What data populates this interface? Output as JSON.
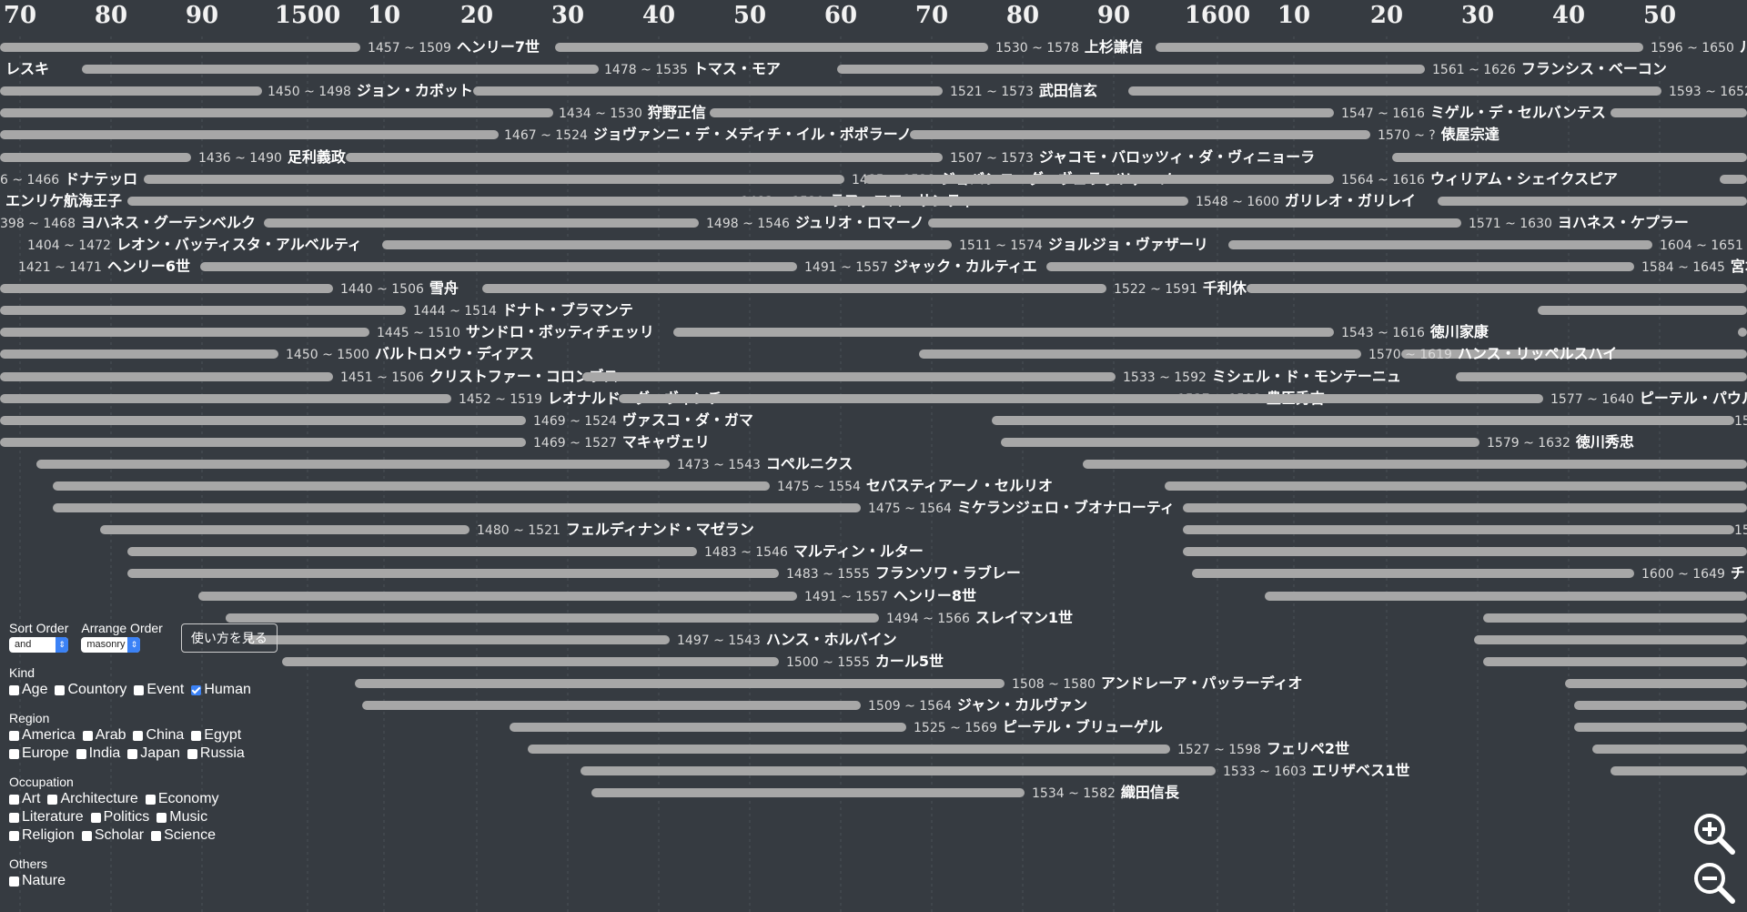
{
  "timeline": {
    "tick_labels": [
      "70",
      "80",
      "90",
      "1500",
      "10",
      "20",
      "30",
      "40",
      "50",
      "60",
      "70",
      "80",
      "90",
      "1600",
      "10",
      "20",
      "30",
      "40",
      "50"
    ]
  },
  "events": [
    {
      "years": "1457 ~ 1509",
      "name": "ヘンリー7世"
    },
    {
      "years": "1478 ~ 1535",
      "name": "トマス・モア"
    },
    {
      "years": "1450 ~ 1498",
      "name": "ジョン・カボット"
    },
    {
      "years": "1434 ~ 1530",
      "name": "狩野正信"
    },
    {
      "years": "1467 ~ 1524",
      "name": "ジョヴァンニ・デ・メディチ・イル・ポポラーノ"
    },
    {
      "years": "1436 ~ 1490",
      "name": "足利義政"
    },
    {
      "years": "6 ~ 1466",
      "name": "ドナテッロ"
    },
    {
      "years": "",
      "name": "エンリケ航海王子"
    },
    {
      "years": "398 ~ 1468",
      "name": "ヨハネス・グーテンベルク"
    },
    {
      "years": "1404 ~ 1472",
      "name": "レオン・バッティスタ・アルベルティ"
    },
    {
      "years": "1421 ~ 1471",
      "name": "ヘンリー6世"
    },
    {
      "years": "1440 ~ 1506",
      "name": "雪舟"
    },
    {
      "years": "1444 ~ 1514",
      "name": "ドナト・ブラマンテ"
    },
    {
      "years": "1445 ~ 1510",
      "name": "サンドロ・ボッティチェッリ"
    },
    {
      "years": "1450 ~ 1500",
      "name": "バルトロメウ・ディアス"
    },
    {
      "years": "1451 ~ 1506",
      "name": "クリストファー・コロンブス"
    },
    {
      "years": "1452 ~ 1519",
      "name": "レオナルド・ダ・ヴィンチ"
    },
    {
      "years": "1469 ~ 1524",
      "name": "ヴァスコ・ダ・ガマ"
    },
    {
      "years": "1469 ~ 1527",
      "name": "マキャヴェリ"
    },
    {
      "years": "1473 ~ 1543",
      "name": "コペルニクス"
    },
    {
      "years": "1475 ~ 1554",
      "name": "セバスティアーノ・セルリオ"
    },
    {
      "years": "1475 ~ 1564",
      "name": "ミケランジェロ・ブオナローティ"
    },
    {
      "years": "1480 ~ 1521",
      "name": "フェルディナンド・マゼラン"
    },
    {
      "years": "1483 ~ 1546",
      "name": "マルティン・ルター"
    },
    {
      "years": "1483 ~ 1555",
      "name": "フランソワ・ラブレー"
    },
    {
      "years": "1491 ~ 1557",
      "name": "ヘンリー8世"
    },
    {
      "years": "1494 ~ 1566",
      "name": "スレイマン1世"
    },
    {
      "years": "1497 ~ 1543",
      "name": "ハンス・ホルバイン"
    },
    {
      "years": "1500 ~ 1555",
      "name": "カール5世"
    },
    {
      "years": "1508 ~ 1580",
      "name": "アンドレーア・パッラーディオ"
    },
    {
      "years": "1509 ~ 1564",
      "name": "ジャン・カルヴァン"
    },
    {
      "years": "1525 ~ 1569",
      "name": "ピーテル・ブリューゲル"
    },
    {
      "years": "1527 ~ 1598",
      "name": "フェリペ2世"
    },
    {
      "years": "1533 ~ 1603",
      "name": "エリザベス1世"
    },
    {
      "years": "1534 ~ 1582",
      "name": "織田信長"
    },
    {
      "years": "",
      "name": "レスキ"
    },
    {
      "years": "1530 ~ 1578",
      "name": "上杉謙信"
    },
    {
      "years": "1521 ~ 1573",
      "name": "武田信玄"
    },
    {
      "years": "1507 ~ 1573",
      "name": "ジャコモ・バロッツィ・ダ・ヴィニョーラ"
    },
    {
      "years": "1485 ~ 1528",
      "name": "ジョバンニ・ダ・ヴェラッツァーノ"
    },
    {
      "years": "1483 ~ 1520",
      "name": "ラファエロ・サンティ"
    },
    {
      "years": "1498 ~ 1546",
      "name": "ジュリオ・ロマーノ"
    },
    {
      "years": "1511 ~ 1574",
      "name": "ジョルジョ・ヴァザーリ"
    },
    {
      "years": "1491 ~ 1557",
      "name": "ジャック・カルティエ"
    },
    {
      "years": "1522 ~ 1591",
      "name": "千利休"
    },
    {
      "years": "1543 ~ 1616",
      "name": "徳川家康"
    },
    {
      "years": "1570 ~ 1619",
      "name": "ハンス・リッペルスハイ"
    },
    {
      "years": "1533 ~ 1592",
      "name": "ミシェル・ド・モンテーニュ"
    },
    {
      "years": "1537 ~ 1598",
      "name": "豊臣秀吉"
    },
    {
      "years": "1561 ~ 1626",
      "name": "フランシス・ベーコン"
    },
    {
      "years": "1547 ~ 1616",
      "name": "ミゲル・デ・セルバンテス"
    },
    {
      "years": "1570 ~ ?",
      "name": "俵屋宗達"
    },
    {
      "years": "1564 ~ 1616",
      "name": "ウィリアム・シェイクスピア"
    },
    {
      "years": "1548 ~ 1600",
      "name": "ガリレオ・ガリレイ"
    },
    {
      "years": "1571 ~ 1630",
      "name": "ヨハネス・ケプラー"
    },
    {
      "years": "1577 ~ 1640",
      "name": "ピーテル・パウル"
    },
    {
      "years": "1578",
      "name": ""
    },
    {
      "years": "1579 ~ 1632",
      "name": "徳川秀忠"
    },
    {
      "years": "1596 ~ 1650",
      "name": "ルネ"
    },
    {
      "years": "1593 ~ 1652",
      "name": ""
    },
    {
      "years": "1604 ~ 1651",
      "name": "徳"
    },
    {
      "years": "1584 ~ 1645",
      "name": "宮本武蔵"
    },
    {
      "years": "159",
      "name": ""
    },
    {
      "years": "1600 ~ 1649",
      "name": "チャ"
    }
  ],
  "controls": {
    "sort_order": {
      "label": "Sort Order",
      "value": "and"
    },
    "arrange_order": {
      "label": "Arrange Order",
      "value": "masonry"
    },
    "howto_button": "使い方を見る"
  },
  "filters": [
    {
      "title": "Kind",
      "items": [
        {
          "label": "Age",
          "checked": false
        },
        {
          "label": "Countory",
          "checked": false
        },
        {
          "label": "Event",
          "checked": false
        },
        {
          "label": "Human",
          "checked": true
        }
      ]
    },
    {
      "title": "Region",
      "items": [
        {
          "label": "America",
          "checked": false
        },
        {
          "label": "Arab",
          "checked": false
        },
        {
          "label": "China",
          "checked": false
        },
        {
          "label": "Egypt",
          "checked": false
        },
        {
          "label": "Europe",
          "checked": false
        },
        {
          "label": "India",
          "checked": false
        },
        {
          "label": "Japan",
          "checked": false
        },
        {
          "label": "Russia",
          "checked": false
        }
      ]
    },
    {
      "title": "Occupation",
      "items": [
        {
          "label": "Art",
          "checked": false
        },
        {
          "label": "Architecture",
          "checked": false
        },
        {
          "label": "Economy",
          "checked": false
        },
        {
          "label": "Literature",
          "checked": false
        },
        {
          "label": "Politics",
          "checked": false
        },
        {
          "label": "Music",
          "checked": false
        },
        {
          "label": "Religion",
          "checked": false
        },
        {
          "label": "Scholar",
          "checked": false
        },
        {
          "label": "Science",
          "checked": false
        }
      ]
    },
    {
      "title": "Others",
      "items": [
        {
          "label": "Nature",
          "checked": false
        }
      ]
    }
  ],
  "zoom": {
    "in_icon": "zoom-in-icon",
    "out_icon": "zoom-out-icon"
  },
  "colors": {
    "background": "#363b41",
    "bar": "#a7a7a7",
    "accent": "#3b82f6"
  }
}
